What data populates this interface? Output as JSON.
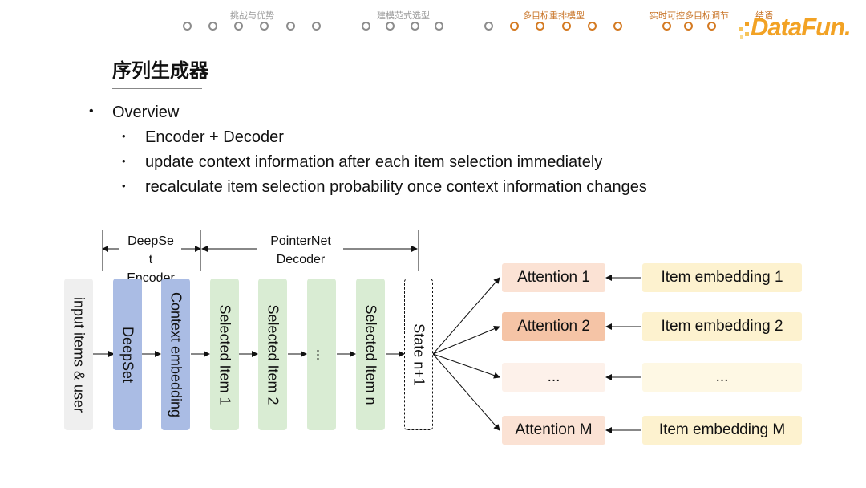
{
  "nav": {
    "sections": [
      {
        "label": "挑战与优势",
        "active": false
      },
      {
        "label": "建模范式选型",
        "active": false
      },
      {
        "label": "多目标重排模型",
        "active": true
      },
      {
        "label": "实时可控多目标调节",
        "active": true
      },
      {
        "label": "结语",
        "active": true
      }
    ]
  },
  "logo": {
    "text": "DataFun."
  },
  "title": "序列生成器",
  "bullets": {
    "overview": "Overview",
    "sub": [
      "Encoder + Decoder",
      "update context information after each item selection immediately",
      "recalculate item selection probability once context information changes"
    ]
  },
  "diagram": {
    "encoder_label_line1": "DeepSe",
    "encoder_label_line2": "t",
    "encoder_label_line3": "Encoder",
    "decoder_label_line1": "PointerNet",
    "decoder_label_line2": "Decoder",
    "input_box": "input items & user",
    "deepset_box": "DeepSet",
    "context_box": "Context embedding",
    "selected_1": "Selected Item 1",
    "selected_2": "Selected Item 2",
    "selected_dots": "...",
    "selected_n": "Selected Item n",
    "state_box": "State n+1",
    "attention": [
      "Attention 1",
      "Attention 2",
      "...",
      "Attention M"
    ],
    "embedding": [
      "Item embedding 1",
      "Item embedding 2",
      "...",
      "Item embedding M"
    ]
  },
  "colors": {
    "nav_active": "#d47a22",
    "nav_inactive": "#8c8c8c",
    "deepset_blue": "#aabce4",
    "selected_green": "#d9ecd3",
    "attention_light": "#fbe2d4",
    "attention_highlight": "#f5c4a6",
    "embedding_yellow": "#fdf2cf",
    "logo_orange": "#f2a224"
  }
}
